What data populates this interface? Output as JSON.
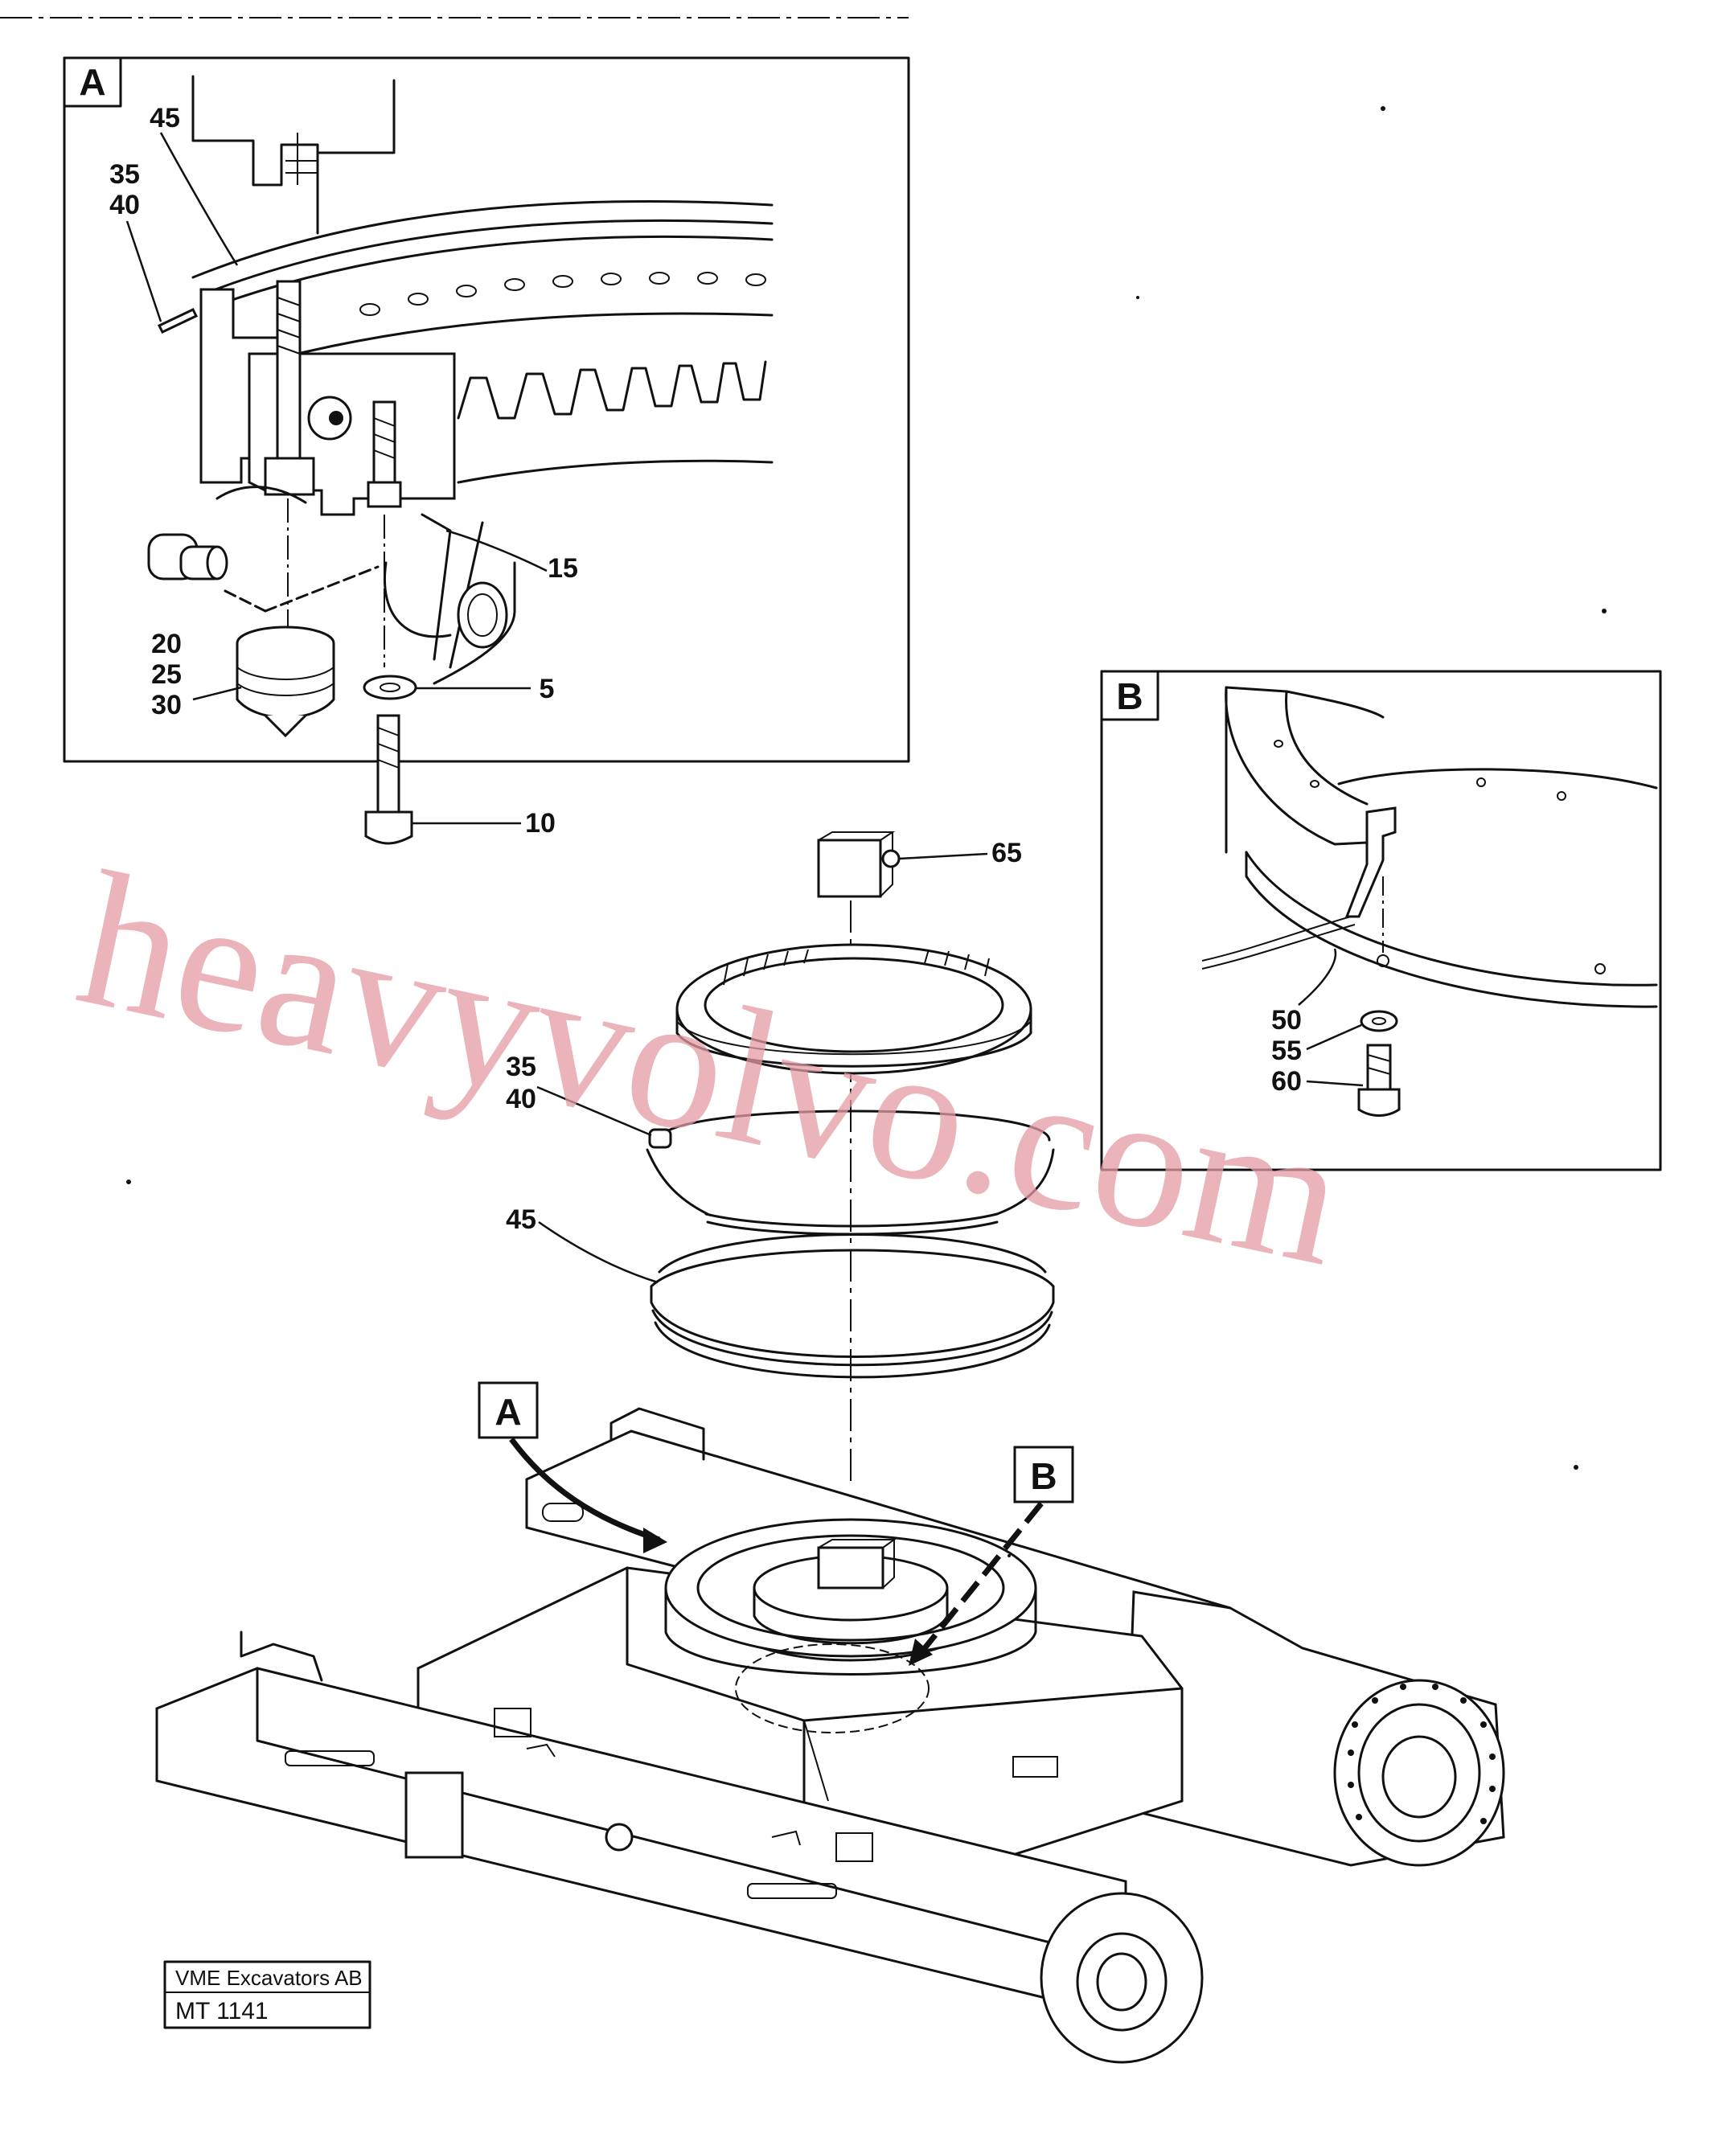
{
  "detail_boxes": {
    "a": "A",
    "b": "B"
  },
  "callouts": {
    "a": "A",
    "b": "B"
  },
  "parts": {
    "p45a": "45",
    "p35a": "35",
    "p40a": "40",
    "p15": "15",
    "p20": "20",
    "p25": "25",
    "p30": "30",
    "p5": "5",
    "p10": "10",
    "p65": "65",
    "p35b": "35",
    "p40b": "40",
    "p45b": "45",
    "p50": "50",
    "p55": "55",
    "p60": "60"
  },
  "watermark": "heavyvolvo.com",
  "stamp": {
    "company": "VME Excavators AB",
    "code": "MT 1141"
  }
}
